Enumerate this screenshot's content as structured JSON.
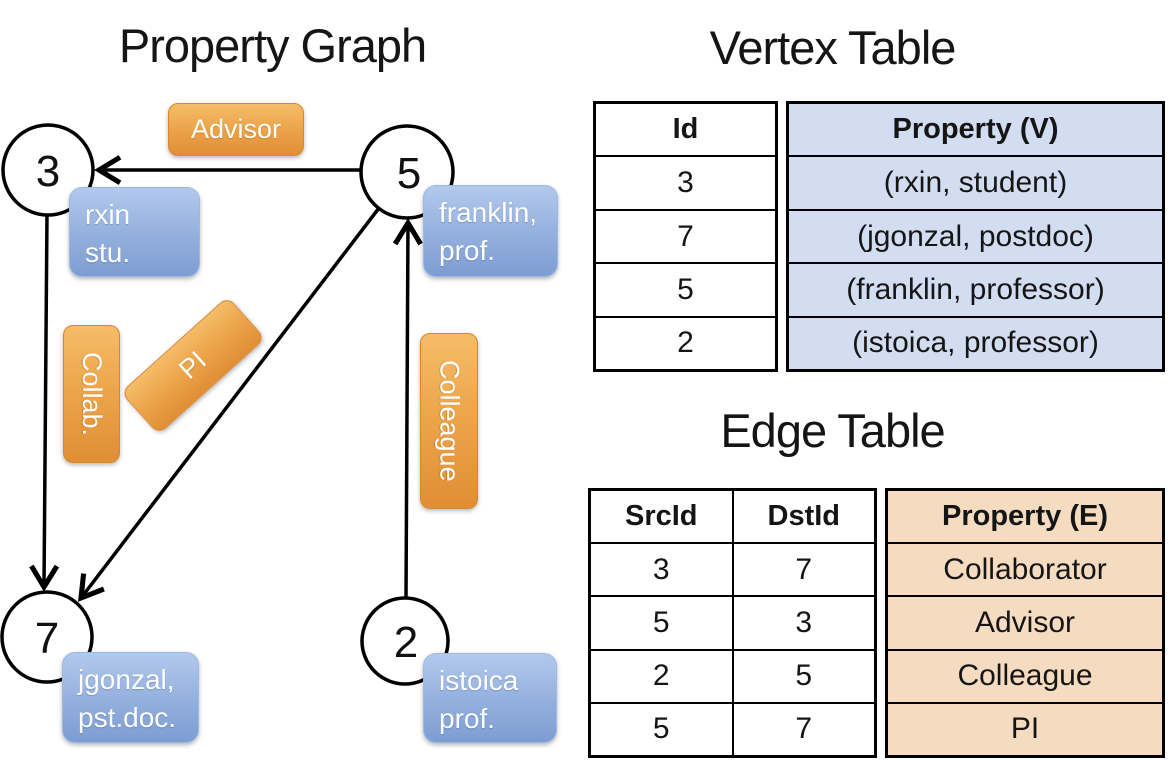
{
  "titles": {
    "graph": "Property Graph",
    "vertex_table": "Vertex Table",
    "edge_table": "Edge Table"
  },
  "graph": {
    "vertices": [
      {
        "id": "3",
        "property": [
          "rxin",
          "stu."
        ]
      },
      {
        "id": "5",
        "property": [
          "franklin,",
          "prof."
        ]
      },
      {
        "id": "7",
        "property": [
          "jgonzal,",
          "pst.doc."
        ]
      },
      {
        "id": "2",
        "property": [
          "istoica",
          "prof."
        ]
      }
    ],
    "edges": [
      {
        "from": "5",
        "to": "3",
        "label": "Advisor"
      },
      {
        "from": "3",
        "to": "7",
        "label": "Collab."
      },
      {
        "from": "5",
        "to": "7",
        "label": "PI"
      },
      {
        "from": "2",
        "to": "5",
        "label": "Colleague"
      }
    ]
  },
  "vertex_table": {
    "headers": {
      "id": "Id",
      "property": "Property (V)"
    },
    "rows": [
      {
        "id": "3",
        "property": "(rxin, student)"
      },
      {
        "id": "7",
        "property": "(jgonzal, postdoc)"
      },
      {
        "id": "5",
        "property": "(franklin, professor)"
      },
      {
        "id": "2",
        "property": "(istoica, professor)"
      }
    ]
  },
  "edge_table": {
    "headers": {
      "src": "SrcId",
      "dst": "DstId",
      "property": "Property (E)"
    },
    "rows": [
      {
        "src": "3",
        "dst": "7",
        "property": "Collaborator"
      },
      {
        "src": "5",
        "dst": "3",
        "property": "Advisor"
      },
      {
        "src": "2",
        "dst": "5",
        "property": "Colleague"
      },
      {
        "src": "5",
        "dst": "7",
        "property": "PI"
      }
    ]
  },
  "colors": {
    "edge_label_fill": "#eda64c",
    "vertex_property_fill": "#93afdd",
    "vertex_table_row_fill": "#d2ddf2",
    "edge_table_row_fill": "#f5dcc0",
    "line": "#000000",
    "background": "#ffffff"
  }
}
